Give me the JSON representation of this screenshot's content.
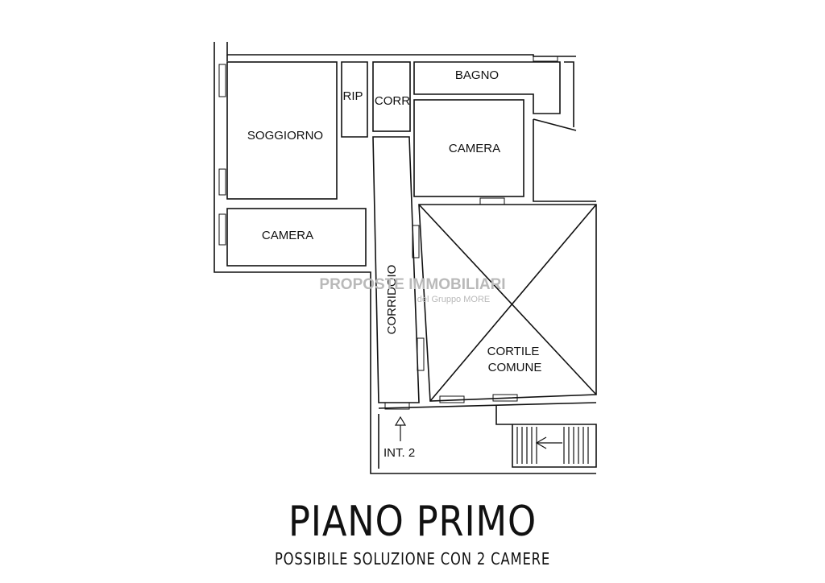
{
  "rooms": {
    "soggiorno": "SOGGIORNO",
    "rip": "RIP",
    "corr": "CORR",
    "bagno": "BAGNO",
    "camera_top": "CAMERA",
    "camera_left": "CAMERA",
    "corridoio": "CORRIDOIO",
    "cortile_line1": "CORTILE",
    "cortile_line2": "COMUNE",
    "entrance": "INT. 2"
  },
  "watermark": {
    "line1": "PROPOSTE IMMOBILIARI",
    "line2": "del Gruppo MORE"
  },
  "title": "PIANO PRIMO",
  "subtitle": "POSSIBILE SOLUZIONE CON 2 CAMERE",
  "colors": {
    "wall": "#111111",
    "background": "#ffffff",
    "watermark": "#b9b9b9"
  }
}
